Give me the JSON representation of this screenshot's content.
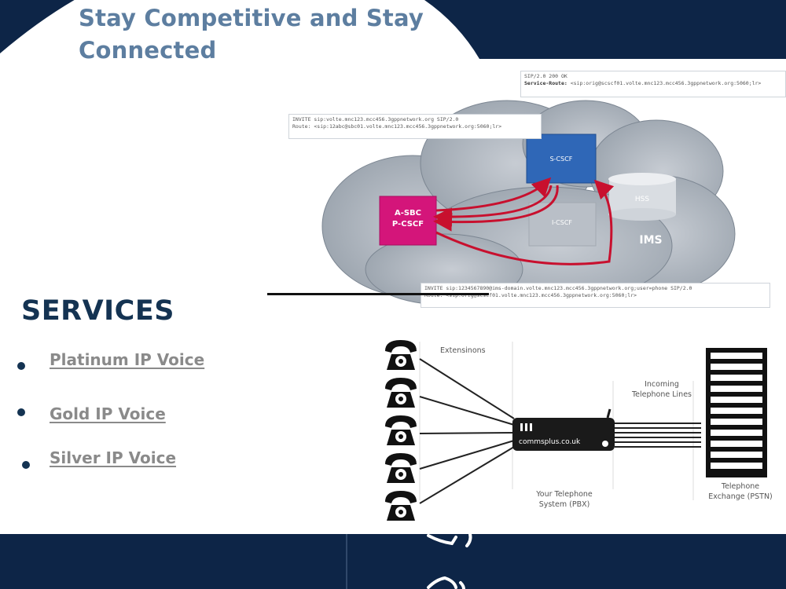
{
  "hero": {
    "title_line1": "Stay Competitive and Stay",
    "title_line2": "Connected"
  },
  "ims_diagram": {
    "nodes": {
      "sbc_line1": "A-SBC",
      "sbc_line2": "P-CSCF",
      "scscf": "S-CSCF",
      "icscf": "I-CSCF",
      "hss": "HSS",
      "cloud": "IMS"
    },
    "top_box": {
      "line1": "SIP/2.0 200 OK",
      "line2_label": "Service-Route:",
      "line2_value": "<sip:orig@scscf01.volte.mnc123.mcc456.3gppnetwork.org:5060;lr>"
    },
    "left_box": {
      "line1": "INVITE sip:volte.mnc123.mcc456.3gppnetwork.org SIP/2.0",
      "line2": "Route: <sip:12abc@sbc01.volte.mnc123.mcc456.3gppnetwork.org:5060;lr>"
    },
    "bottom_box": {
      "line1": "INVITE sip:1234567890@ims-domain.volte.mnc123.mcc456.3gppnetwork.org;user=phone SIP/2.0",
      "line2": "Route: <sip:orig@scscf01.volte.mnc123.mcc456.3gppnetwork.org:5060;lr>"
    },
    "colors": {
      "sbc": "#d4157a",
      "scscf": "#2f67b7",
      "arrows": "#c8102e",
      "cloud": "#8f9aa6"
    }
  },
  "services": {
    "heading": "SERVICES",
    "items": [
      {
        "label": "Platinum IP Voice"
      },
      {
        "label": "Gold IP Voice"
      },
      {
        "label": "Silver IP Voice"
      }
    ]
  },
  "pbx_diagram": {
    "extensions_label": "Extensinons",
    "pbx_brand": "commsplus.co.uk",
    "pbx_label_line1": "Your Telephone",
    "pbx_label_line2": "System (PBX)",
    "incoming_label_line1": "Incoming",
    "incoming_label_line2": "Telephone Lines",
    "exchange_label_line1": "Telephone",
    "exchange_label_line2": "Exchange (PSTN)",
    "phone_icon": "telephone-icon",
    "building_icon": "building-icon"
  },
  "footer": {
    "icons": [
      "megaphone-icon",
      "phone-call-icon"
    ],
    "colors": {
      "background": "#0d2547",
      "divider": "#3d5577"
    }
  }
}
